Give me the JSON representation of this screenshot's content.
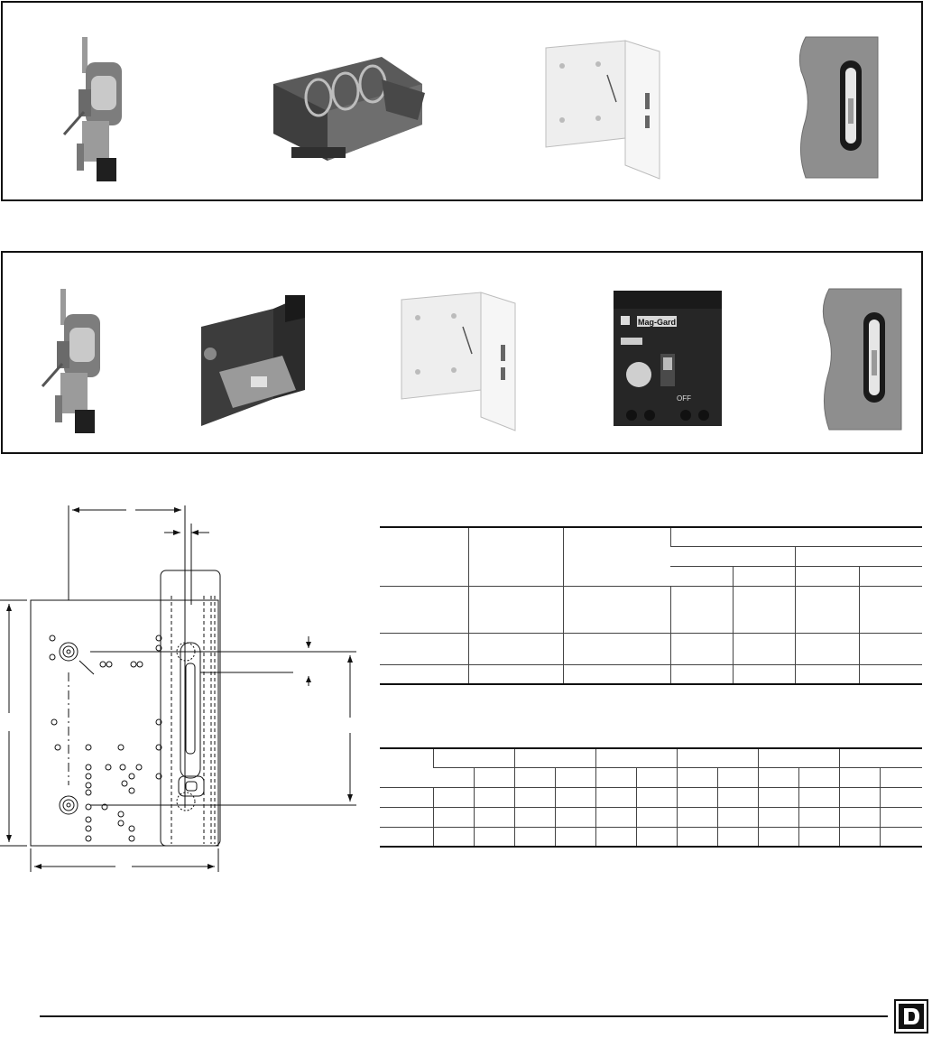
{
  "page": {
    "title": "",
    "footer_text": ""
  },
  "panels": [
    {
      "name": "top-panel",
      "items": [
        "operating-mechanism",
        "fuse-holder-switch",
        "mounting-bracket",
        "door-handle-cover"
      ]
    },
    {
      "name": "bottom-panel",
      "items": [
        "operating-mechanism",
        "circuit-breaker-bracket",
        "mounting-bracket",
        "molded-case-circuit-breaker",
        "door-handle-cover"
      ]
    }
  ],
  "breaker": {
    "brand_label": "Mag-Gard",
    "off_label": "OFF"
  },
  "table1": {
    "rows": 6,
    "cols": 7,
    "cells": []
  },
  "table2": {
    "rows": 5,
    "cols": 13,
    "cells": []
  },
  "colors": {
    "line": "#111111",
    "photo_gray": "#8a8a8a",
    "bracket_white": "#eeeeee",
    "cover_gray": "#8e8e8e"
  },
  "logo": {
    "icon": "square-d-logo-icon"
  }
}
